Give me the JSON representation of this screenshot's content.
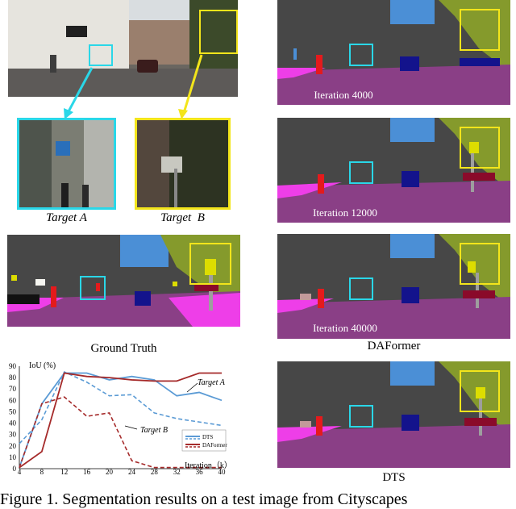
{
  "labels": {
    "target_a": "Target A",
    "target_b": "Target  B",
    "ground_truth": "Ground Truth",
    "daformer": "DAFormer",
    "dts": "DTS",
    "iter_4000": "Iteration 4000",
    "iter_12000": "Iteration 12000",
    "iter_40000": "Iteration 40000"
  },
  "figure_caption": "Figure 1. Segmentation results on a test image from Cityscapes",
  "colors": {
    "road": "#8a3f86",
    "sidewalk": "#ee3ee8",
    "building": "#474747",
    "vegetation": "#859a2c",
    "sky": "#4b8fd6",
    "car": "#13138c",
    "person": "#e41a1c",
    "rider": "#8a0a2a",
    "pole": "#9e9e9e",
    "sign": "#dddd00",
    "cyan_box": "#2ad7e8",
    "yellow_box": "#f3e51b",
    "dts_color": "#5b9bd5",
    "daformer_color": "#a52a2a"
  },
  "chart_data": {
    "type": "line",
    "ylabel": "IoU (%)",
    "xlabel": "Iteration（k）",
    "x": [
      4,
      8,
      12,
      16,
      20,
      24,
      28,
      32,
      36,
      40
    ],
    "yticks": [
      0,
      10,
      20,
      30,
      40,
      50,
      60,
      70,
      80,
      90
    ],
    "ylim": [
      0,
      90
    ],
    "xlim": [
      4,
      40
    ],
    "annotations": [
      "Target A",
      "Target B"
    ],
    "legend": [
      "DTS",
      "DAFormer"
    ],
    "series": [
      {
        "name": "DTS",
        "target": "Target A",
        "style": "solid",
        "color": "#5b9bd5",
        "values": [
          1,
          57,
          84,
          84,
          78,
          81,
          78,
          64,
          67,
          60
        ]
      },
      {
        "name": "DTS",
        "target": "Target B",
        "style": "dashed",
        "color": "#5b9bd5",
        "values": [
          22,
          43,
          85,
          76,
          64,
          65,
          49,
          44,
          41,
          38
        ]
      },
      {
        "name": "DAFormer",
        "target": "Target A",
        "style": "solid",
        "color": "#a52a2a",
        "values": [
          1,
          15,
          84,
          81,
          80,
          78,
          77,
          77,
          84,
          84
        ]
      },
      {
        "name": "DAFormer",
        "target": "Target B",
        "style": "dashed",
        "color": "#a52a2a",
        "values": [
          1,
          57,
          63,
          46,
          49,
          7,
          1,
          1,
          1,
          1
        ]
      }
    ]
  }
}
